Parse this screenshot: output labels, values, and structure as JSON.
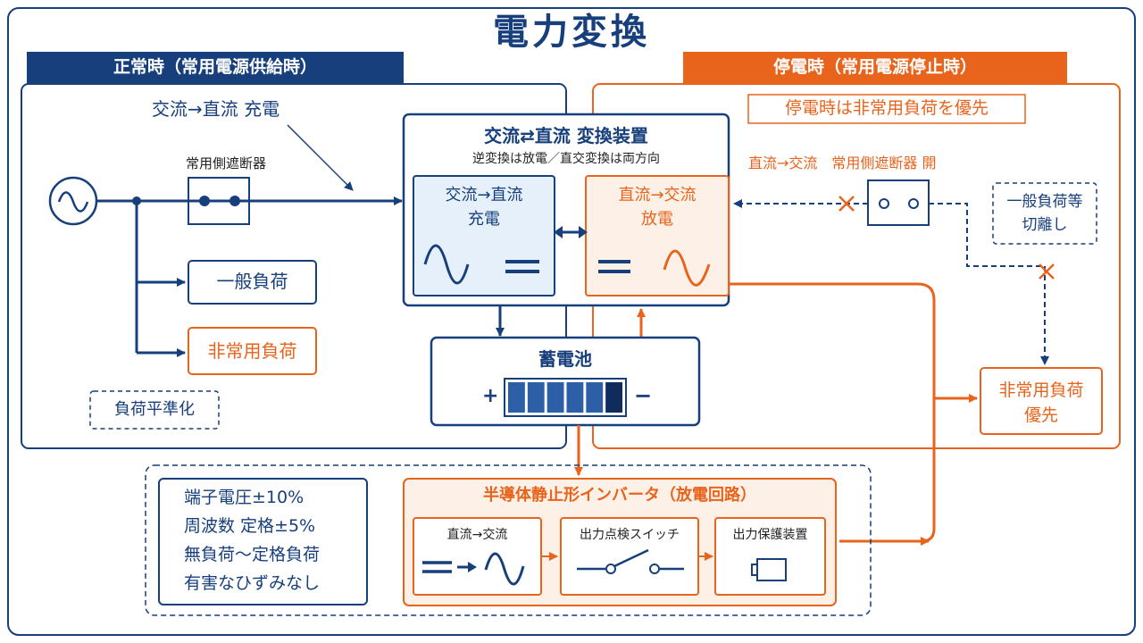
{
  "title": "電力変換",
  "normal": {
    "header": "正常時（常用電源供給時）",
    "charge_label": "交流→直流 充電",
    "breaker_label": "常用側遮断器",
    "general_load": "一般負荷",
    "emergency_load": "非常用負荷",
    "load_leveling": "負荷平準化"
  },
  "converter": {
    "title": "交流⇄直流 変換装置",
    "subtitle": "逆変換は放電／直交変換は両方向",
    "charge_box": {
      "line1": "交流→直流",
      "line2": "充電"
    },
    "discharge_box": {
      "line1": "直流→交流",
      "line2": "放電"
    }
  },
  "battery": {
    "label": "蓄電池",
    "plus": "+",
    "minus": "−",
    "cells": 6
  },
  "outage": {
    "header": "停電時（常用電源停止時）",
    "priority_note": "停電時は非常用負荷を優先",
    "breaker_open_label": "直流→交流　常用側遮断器 開",
    "disconnect": {
      "line1": "一般負荷等",
      "line2": "切離し"
    },
    "emergency_priority": {
      "line1": "非常用負荷",
      "line2": "優先"
    }
  },
  "specs": {
    "lines": [
      "端子電圧±10%",
      "周波数 定格±5%",
      "無負荷〜定格負荷",
      "有害なひずみなし"
    ]
  },
  "inverter": {
    "title": "半導体静止形インバータ（放電回路）",
    "steps": [
      {
        "label": "直流→交流",
        "icon": "dc-to-ac-icon"
      },
      {
        "label": "出力点検スイッチ",
        "icon": "switch-icon"
      },
      {
        "label": "出力保護装置",
        "icon": "protection-device-icon"
      }
    ]
  },
  "colors": {
    "navy": "#173f7c",
    "orange": "#e8631b",
    "light_blue": "#e6f0fa",
    "light_orange": "#fdf0e6"
  }
}
